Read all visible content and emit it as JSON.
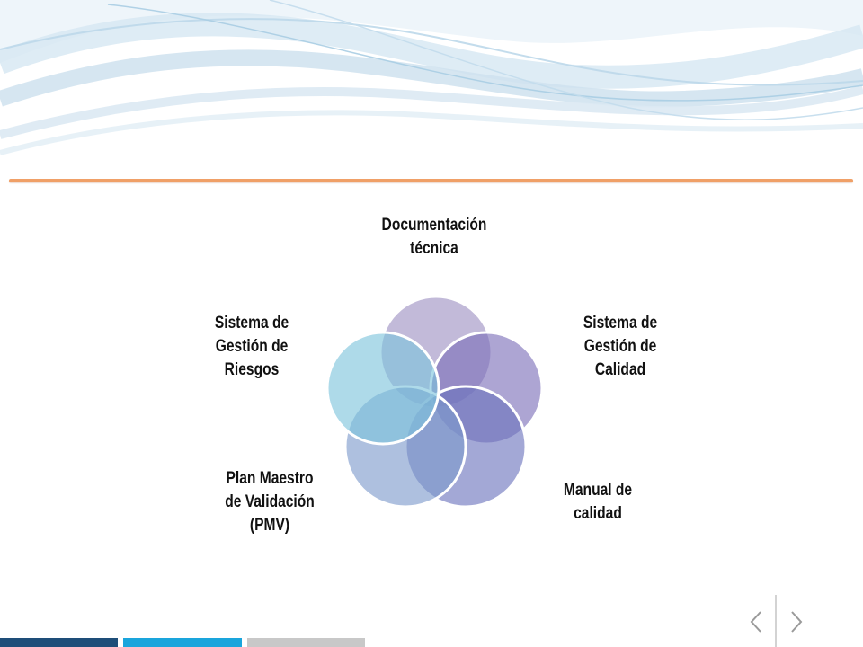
{
  "diagram": {
    "labels": {
      "top": "Documentación\ntécnica",
      "right": "Sistema de\nGestión de\nCalidad",
      "bottom_right": "Manual de\ncalidad",
      "bottom_left": "Plan Maestro\nde  Validación\n(PMV)",
      "left": "Sistema de\nGestión de\nRiesgos"
    },
    "colors": {
      "top": "#9d8fc2",
      "right": "#7b6db8",
      "bottom_right": "#6b73bd",
      "bottom_left": "#7d99cc",
      "left": "#7cc4dc"
    }
  },
  "theme": {
    "accent_rule": "#f0a067",
    "bar_colors": [
      "#1e4e79",
      "#1aa5dc",
      "#c8c8c8"
    ]
  },
  "navigation": {
    "prev_icon": "chevron-left-icon",
    "next_icon": "chevron-right-icon"
  }
}
